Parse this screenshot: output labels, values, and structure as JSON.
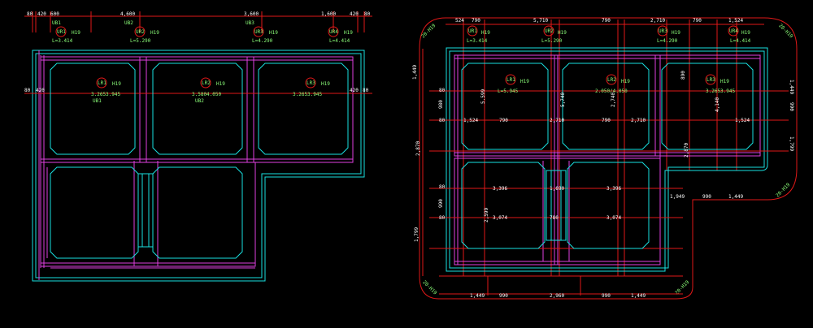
{
  "left_plan": {
    "top_dims": [
      "80",
      "420",
      "600",
      "4,600",
      "3,600",
      "1,600",
      "420",
      "80"
    ],
    "side_dims_left": [
      "80",
      "420"
    ],
    "side_dims_right": [
      "420",
      "80"
    ],
    "beams": [
      "UB1",
      "UB2",
      "UB3"
    ],
    "beam_mid_labels": [
      "UB1",
      "UB2"
    ],
    "rebars_top": [
      {
        "id": "UR1",
        "size": "H19",
        "length": "L=3.414"
      },
      {
        "id": "UR2",
        "size": "H19",
        "length": "L=5.290"
      },
      {
        "id": "UR3",
        "size": "H19",
        "length": "L=4.290"
      },
      {
        "id": "UR4",
        "size": "H19",
        "length": "L=4.414"
      }
    ],
    "rebars_mid": [
      {
        "id": "LR1",
        "size": "H19",
        "length": "3.2653.945"
      },
      {
        "id": "LR2",
        "size": "H19",
        "length": "3.5804.050"
      },
      {
        "id": "LR3",
        "size": "H19",
        "length": "3.2653.945"
      }
    ]
  },
  "right_plan": {
    "top_dims": [
      "524",
      "790",
      "5,710",
      "790",
      "2,710",
      "790",
      "1,524"
    ],
    "bottom_dims": [
      "1,449",
      "990",
      "2,960",
      "990",
      "1,449"
    ],
    "left_dims": [
      "1,449",
      "980",
      "80",
      "2,870",
      "990",
      "80",
      "1,799"
    ],
    "right_dims": [
      "1,449",
      "990",
      "1,799"
    ],
    "mid_dims": [
      "1,524",
      "790",
      "2,710",
      "790",
      "2,710",
      "1,524"
    ],
    "lower_mid_dims": [
      "1,949",
      "990",
      "1,449"
    ],
    "inner_dims": [
      "5.599",
      "3,396",
      "2,599",
      "5,740",
      "1,690",
      "3,396",
      "2,740",
      "4,140",
      "2,870",
      "3,074",
      "3,074",
      "780",
      "890"
    ],
    "corner_labels": [
      "20-H19",
      "20-H19",
      "20-H19",
      "20-H19"
    ],
    "rebars_top": [
      {
        "id": "UR1",
        "size": "H19",
        "length": "L=3.414"
      },
      {
        "id": "UR2",
        "size": "H19",
        "length": "L=5.290"
      },
      {
        "id": "UR3",
        "size": "H19",
        "length": "L=4.290"
      },
      {
        "id": "UR4",
        "size": "H19",
        "length": "L=4.414"
      }
    ],
    "rebars_mid": [
      {
        "id": "LR1",
        "size": "H19",
        "length": "L=5.945"
      },
      {
        "id": "LR2",
        "size": "H19",
        "length": "2.050/4.050"
      },
      {
        "id": "LR3",
        "size": "H19",
        "length": "3.2653.945"
      }
    ]
  },
  "colors": {
    "background": "#000000",
    "outline": "#19e0e0",
    "beam": "#e040e0",
    "rebar": "#e01818",
    "dimension_text": "#ffffff",
    "label_text": "#8cff7a"
  }
}
